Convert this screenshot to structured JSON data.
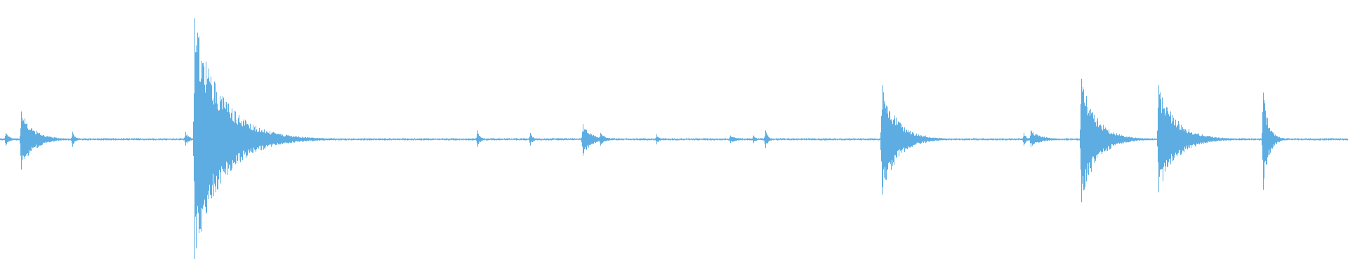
{
  "waveform": {
    "color": "#5dade2",
    "background": "#ffffff",
    "duration_units": 1920,
    "amplitude_max": 1.0,
    "baseline_noise": 0.006,
    "peaks": [
      {
        "t": 8,
        "up": 0.05,
        "down": 0.05,
        "decay": 6
      },
      {
        "t": 30,
        "up": 0.22,
        "down": 0.24,
        "decay": 18
      },
      {
        "t": 103,
        "up": 0.06,
        "down": 0.06,
        "decay": 4
      },
      {
        "t": 264,
        "up": 0.06,
        "down": 0.05,
        "decay": 5
      },
      {
        "t": 277,
        "up": 0.96,
        "down": 0.95,
        "decay": 40
      },
      {
        "t": 680,
        "up": 0.07,
        "down": 0.06,
        "decay": 4
      },
      {
        "t": 755,
        "up": 0.05,
        "down": 0.05,
        "decay": 4
      },
      {
        "t": 830,
        "up": 0.12,
        "down": 0.13,
        "decay": 12
      },
      {
        "t": 855,
        "up": 0.05,
        "down": 0.05,
        "decay": 8
      },
      {
        "t": 935,
        "up": 0.04,
        "down": 0.04,
        "decay": 4
      },
      {
        "t": 1040,
        "up": 0.03,
        "down": 0.03,
        "decay": 10
      },
      {
        "t": 1073,
        "up": 0.03,
        "down": 0.03,
        "decay": 4
      },
      {
        "t": 1090,
        "up": 0.07,
        "down": 0.07,
        "decay": 4
      },
      {
        "t": 1256,
        "up": 0.43,
        "down": 0.44,
        "decay": 22
      },
      {
        "t": 1318,
        "up": 0.03,
        "down": 0.03,
        "decay": 4
      },
      {
        "t": 1458,
        "up": 0.05,
        "down": 0.05,
        "decay": 4
      },
      {
        "t": 1468,
        "up": 0.07,
        "down": 0.06,
        "decay": 16
      },
      {
        "t": 1540,
        "up": 0.48,
        "down": 0.5,
        "decay": 22
      },
      {
        "t": 1650,
        "up": 0.43,
        "down": 0.42,
        "decay": 26
      },
      {
        "t": 1799,
        "up": 0.37,
        "down": 0.4,
        "decay": 8
      }
    ]
  }
}
